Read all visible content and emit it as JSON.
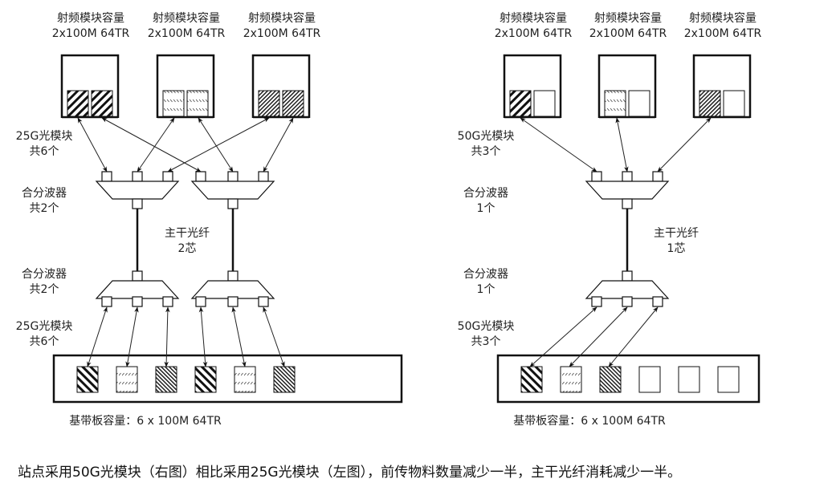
{
  "left_diagram": {
    "rf_modules": [
      {
        "title": "射频模块容量",
        "capacity": "2x100M 64TR",
        "slots": [
          "wide",
          "wide"
        ]
      },
      {
        "title": "射频模块容量",
        "capacity": "2x100M 64TR",
        "slots": [
          "dotted",
          "dotted"
        ]
      },
      {
        "title": "射频模块容量",
        "capacity": "2x100M 64TR",
        "slots": [
          "dense",
          "dense"
        ]
      }
    ],
    "optical_label_top": [
      "25G光模块",
      "共6个"
    ],
    "mux_label_top": [
      "合分波器",
      "共2个"
    ],
    "fiber_label": [
      "主干光纤",
      "2芯"
    ],
    "mux_label_bottom": [
      "合分波器",
      "共2个"
    ],
    "optical_label_bottom": [
      "25G光模块",
      "共6个"
    ],
    "baseband_slots": [
      "wide",
      "dotted",
      "dense",
      "wide",
      "dotted",
      "dense"
    ],
    "baseband_label": "基带板容量：6 x 100M 64TR"
  },
  "right_diagram": {
    "rf_modules": [
      {
        "title": "射频模块容量",
        "capacity": "2x100M 64TR",
        "slots": [
          "wide",
          "empty"
        ]
      },
      {
        "title": "射频模块容量",
        "capacity": "2x100M 64TR",
        "slots": [
          "dotted",
          "empty"
        ]
      },
      {
        "title": "射频模块容量",
        "capacity": "2x100M 64TR",
        "slots": [
          "dense",
          "empty"
        ]
      }
    ],
    "optical_label_top": [
      "50G光模块",
      "共3个"
    ],
    "mux_label_top": [
      "合分波器",
      "1个"
    ],
    "fiber_label": [
      "主干光纤",
      "1芯"
    ],
    "mux_label_bottom": [
      "合分波器",
      "1个"
    ],
    "optical_label_bottom": [
      "50G光模块",
      "共3个"
    ],
    "baseband_slots": [
      "wide",
      "dotted",
      "dense",
      "empty",
      "empty",
      "empty"
    ],
    "baseband_label": "基带板容量：6 x 100M 64TR"
  },
  "caption": "站点采用50G光模块（右图）相比采用25G光模块（左图），前传物料数量减少一半，主干光纤消耗减少一半。",
  "colors": {
    "stroke": "#111111",
    "text": "#222222",
    "background": "#ffffff"
  }
}
